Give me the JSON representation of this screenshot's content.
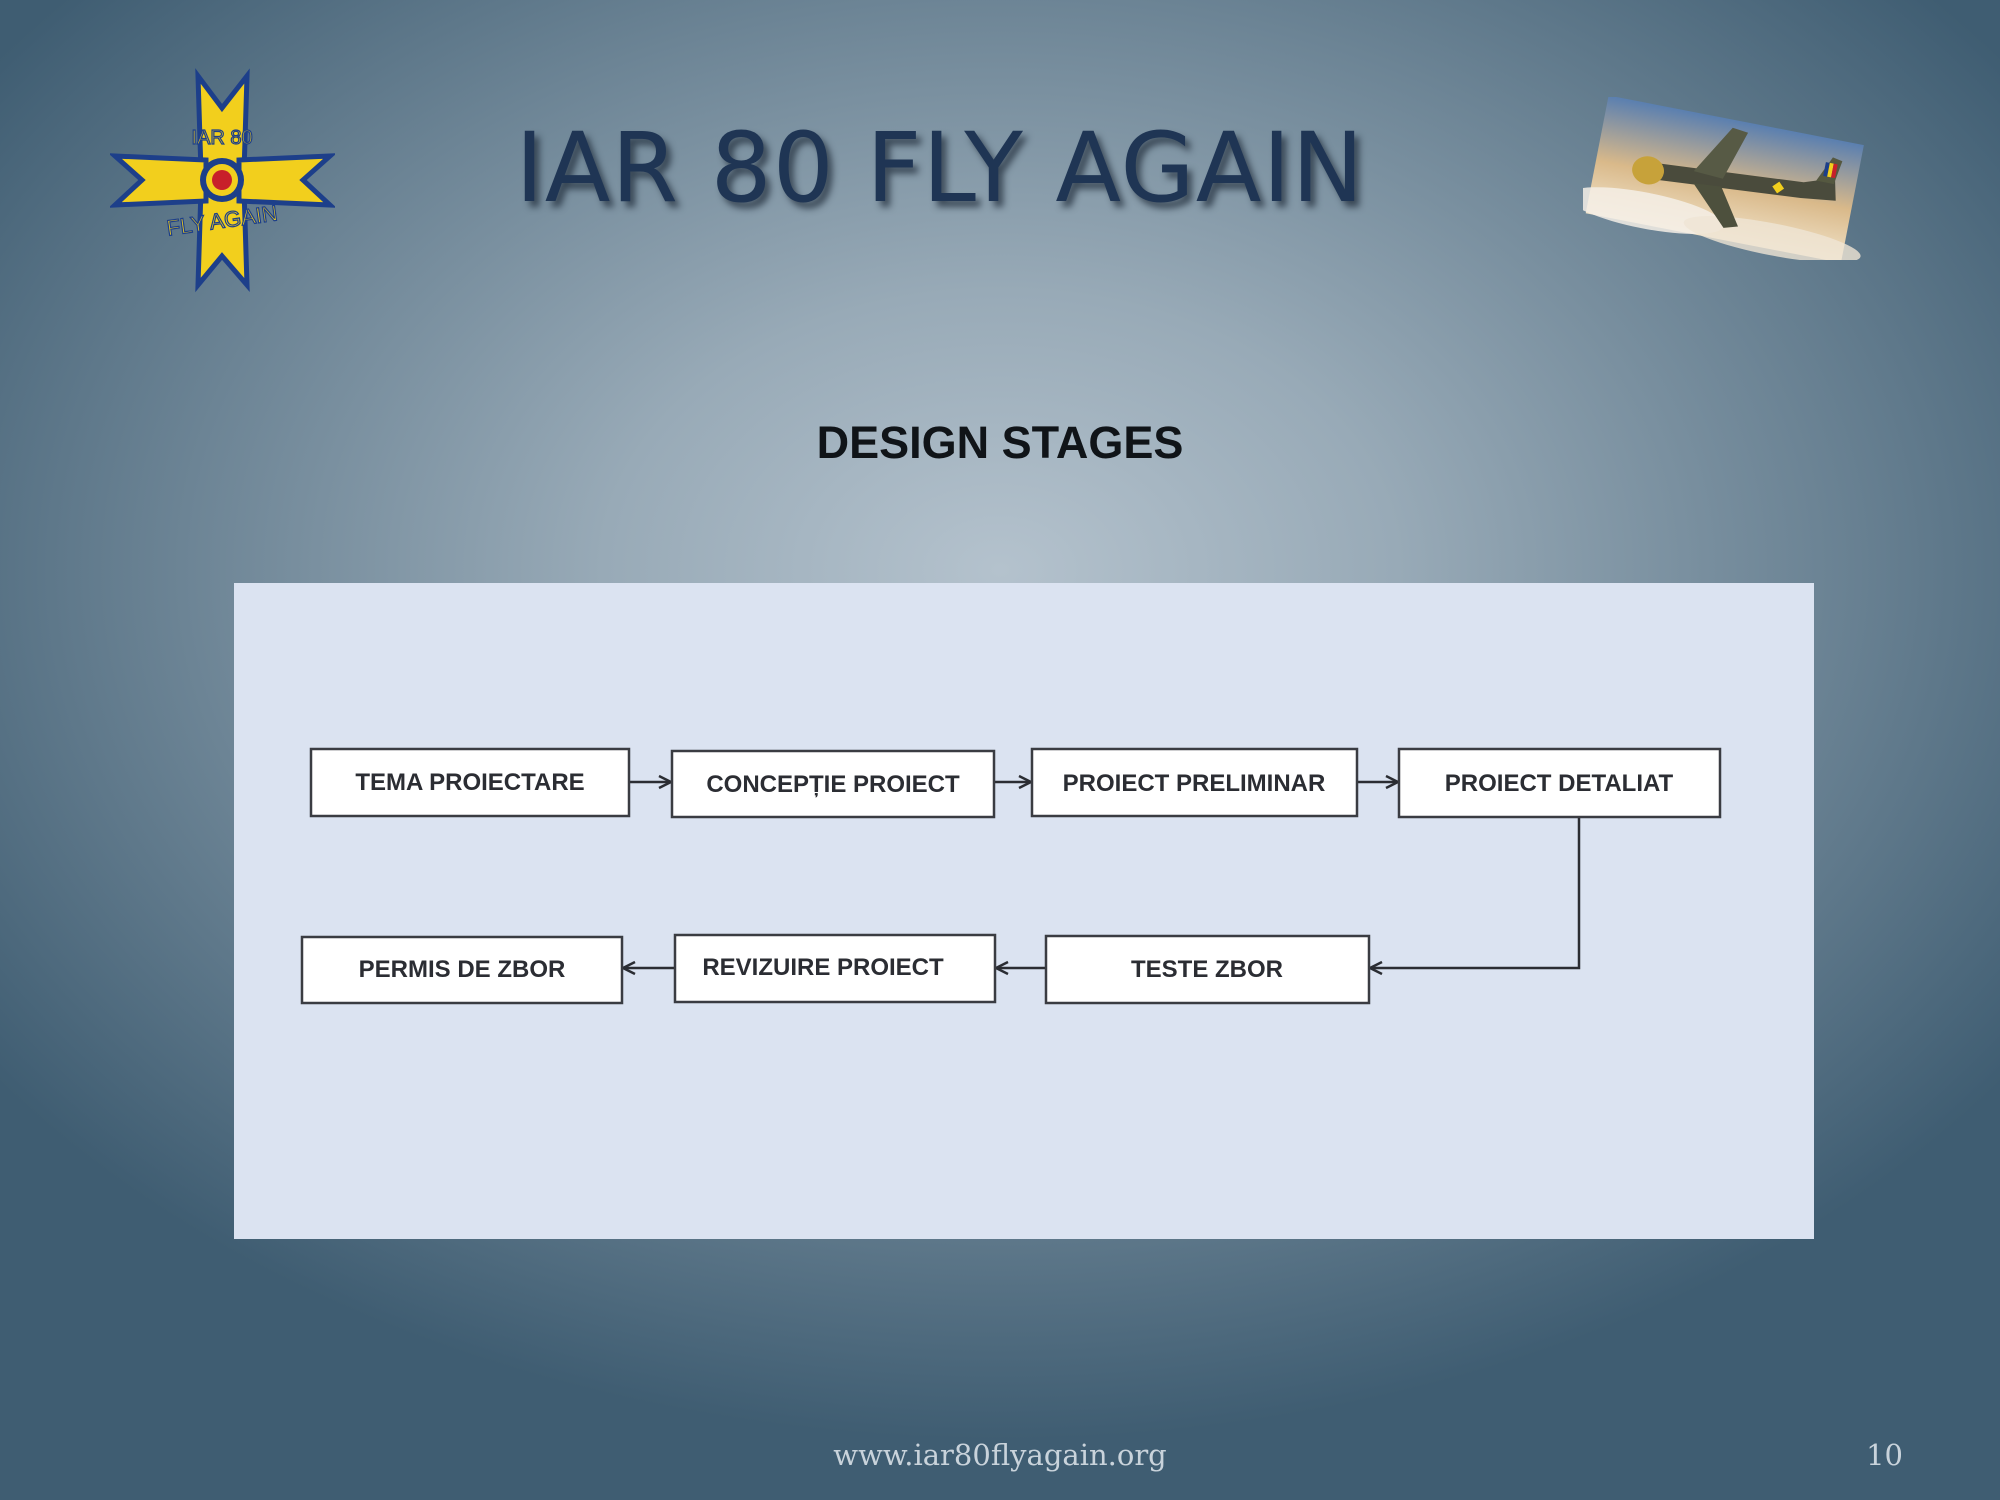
{
  "slide": {
    "title": "IAR 80 FLY AGAIN",
    "subtitle": "DESIGN STAGES",
    "footer_url": "www.iar80flyagain.org",
    "page_number": "10"
  },
  "logo": {
    "text_top": "IAR 80",
    "text_bottom": "FLY AGAIN",
    "colors": {
      "star": "#f2cf1d",
      "outline": "#1d3f8a",
      "roundel_red": "#c8202a"
    }
  },
  "diagram": {
    "stages": [
      {
        "id": "tema",
        "label": "TEMA PROIECTARE"
      },
      {
        "id": "conceptie",
        "label": "CONCEPȚIE PROIECT"
      },
      {
        "id": "preliminar",
        "label": "PROIECT PRELIMINAR"
      },
      {
        "id": "detaliat",
        "label": "PROIECT DETALIAT"
      },
      {
        "id": "teste",
        "label": "TESTE ZBOR"
      },
      {
        "id": "revizuire",
        "label": "REVIZUIRE PROIECT"
      },
      {
        "id": "permis",
        "label": "PERMIS DE ZBOR"
      }
    ],
    "edges": [
      {
        "from": "tema",
        "to": "conceptie"
      },
      {
        "from": "conceptie",
        "to": "preliminar"
      },
      {
        "from": "preliminar",
        "to": "detaliat"
      },
      {
        "from": "detaliat",
        "to": "teste"
      },
      {
        "from": "teste",
        "to": "revizuire"
      },
      {
        "from": "revizuire",
        "to": "permis"
      }
    ]
  }
}
